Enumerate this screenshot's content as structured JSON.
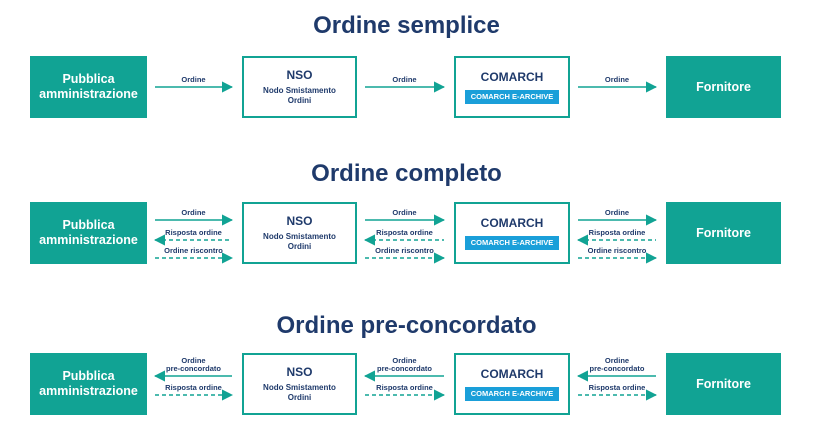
{
  "colors": {
    "teal": "#11a394",
    "navy": "#1f3a6b",
    "archive_blue": "#1a9fd9"
  },
  "nodes": {
    "pa": "Pubblica\namministrazione",
    "nso_title": "NSO",
    "nso_subtitle": "Nodo Smistamento\nOrdini",
    "comarch_title": "COMARCH",
    "comarch_badge": "COMARCH E-ARCHIVE",
    "fornitore": "Fornitore"
  },
  "sections": [
    {
      "title": "Ordine semplice",
      "links": [
        [
          {
            "label": "Ordine",
            "dir": "right",
            "style": "solid"
          }
        ],
        [
          {
            "label": "Ordine",
            "dir": "right",
            "style": "solid"
          }
        ],
        [
          {
            "label": "Ordine",
            "dir": "right",
            "style": "solid"
          }
        ]
      ]
    },
    {
      "title": "Ordine completo",
      "links": [
        [
          {
            "label": "Ordine",
            "dir": "right",
            "style": "solid"
          },
          {
            "label": "Risposta ordine",
            "dir": "left",
            "style": "dashed"
          },
          {
            "label": "Ordine riscontro",
            "dir": "right",
            "style": "dashed"
          }
        ],
        [
          {
            "label": "Ordine",
            "dir": "right",
            "style": "solid"
          },
          {
            "label": "Risposta ordine",
            "dir": "left",
            "style": "dashed"
          },
          {
            "label": "Ordine riscontro",
            "dir": "right",
            "style": "dashed"
          }
        ],
        [
          {
            "label": "Ordine",
            "dir": "right",
            "style": "solid"
          },
          {
            "label": "Risposta ordine",
            "dir": "left",
            "style": "dashed"
          },
          {
            "label": "Ordine riscontro",
            "dir": "right",
            "style": "dashed"
          }
        ]
      ]
    },
    {
      "title": "Ordine pre-concordato",
      "links": [
        [
          {
            "label": "Ordine\npre-concordato",
            "dir": "left",
            "style": "solid"
          },
          {
            "label": "Risposta ordine",
            "dir": "right",
            "style": "dashed"
          }
        ],
        [
          {
            "label": "Ordine\npre-concordato",
            "dir": "left",
            "style": "solid"
          },
          {
            "label": "Risposta ordine",
            "dir": "right",
            "style": "dashed"
          }
        ],
        [
          {
            "label": "Ordine\npre-concordato",
            "dir": "left",
            "style": "solid"
          },
          {
            "label": "Risposta ordine",
            "dir": "right",
            "style": "dashed"
          }
        ]
      ]
    }
  ]
}
